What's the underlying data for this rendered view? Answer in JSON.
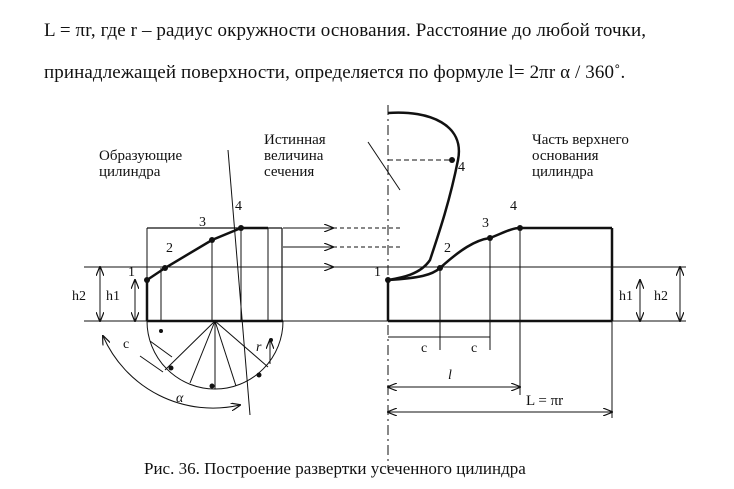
{
  "text": {
    "line1": "L = πr,  где  r – радиус окружности основания. Расстояние до любой точки,",
    "line2": "принадлежащей поверхности, определяется по формуле l= 2πr  α / 360˚."
  },
  "labels": {
    "generatrices": "Образующие\nцилиндра",
    "true_size": "Истинная\nвеличина\nсечения",
    "top_base_part": "Часть верхнего\nоснования\nцилиндра"
  },
  "points": {
    "p1": "1",
    "p2": "2",
    "p3": "3",
    "p4": "4"
  },
  "dims": {
    "h1": "h1",
    "h2": "h2",
    "c": "c",
    "r": "r",
    "alpha": "α",
    "l": "l",
    "L": "L =  πr"
  },
  "caption": "Рис. 36.  Построение развертки усеченного цилиндра"
}
